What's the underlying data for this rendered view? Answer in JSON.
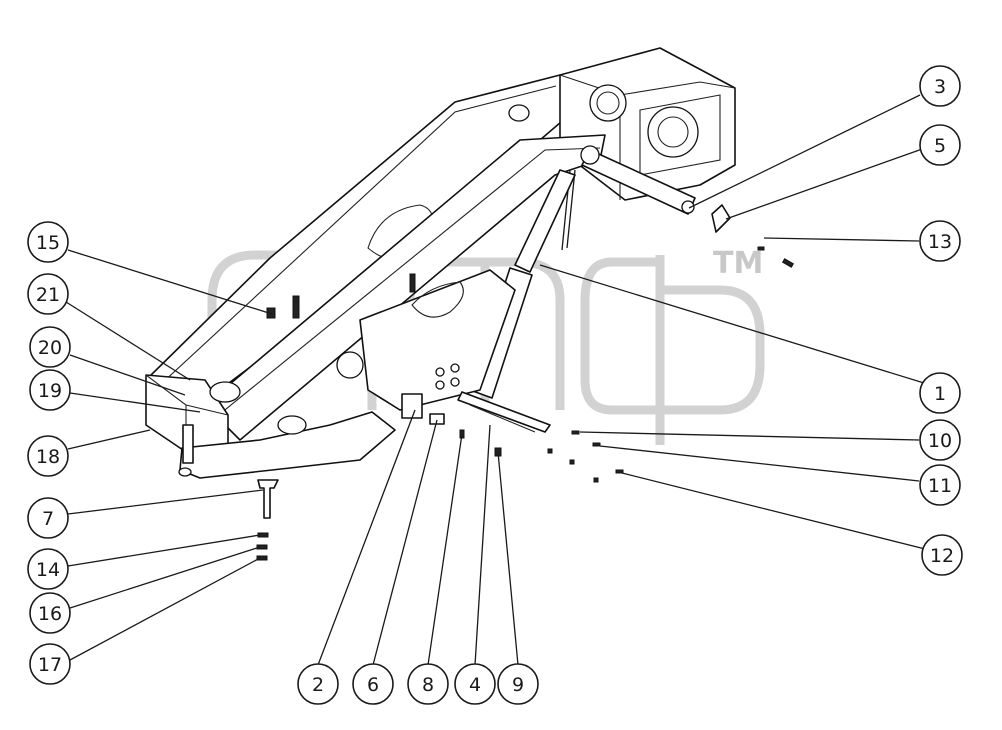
{
  "watermark": {
    "mark": "TM"
  },
  "callouts": [
    {
      "label": "3"
    },
    {
      "label": "5"
    },
    {
      "label": "13"
    },
    {
      "label": "1"
    },
    {
      "label": "10"
    },
    {
      "label": "11"
    },
    {
      "label": "12"
    },
    {
      "label": "15"
    },
    {
      "label": "21"
    },
    {
      "label": "20"
    },
    {
      "label": "19"
    },
    {
      "label": "18"
    },
    {
      "label": "7"
    },
    {
      "label": "14"
    },
    {
      "label": "16"
    },
    {
      "label": "17"
    },
    {
      "label": "2"
    },
    {
      "label": "6"
    },
    {
      "label": "8"
    },
    {
      "label": "4"
    },
    {
      "label": "9"
    }
  ]
}
